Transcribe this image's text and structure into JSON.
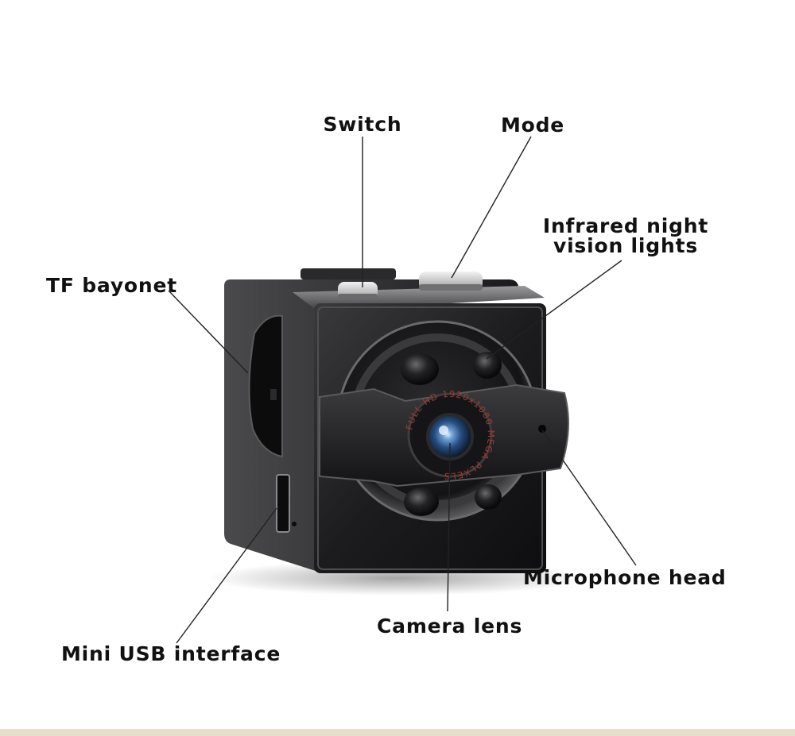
{
  "labels": {
    "switch": "Switch",
    "mode": "Mode",
    "infrared_line1": "Infrared night",
    "infrared_line2": "vision lights",
    "tf_bayonet": "TF bayonet",
    "microphone": "Microphone head",
    "camera_lens": "Camera lens",
    "mini_usb": "Mini USB interface"
  },
  "lens_ring_text": "FULL HD 1920x1080 MEGA PLXELS",
  "colors": {
    "background": "#ffffff",
    "label_text": "#111111",
    "leader_line": "#222222",
    "device_body": "#1e1e20",
    "lens_text": "#a23a32",
    "bottom_band": "#e7ddcc"
  }
}
